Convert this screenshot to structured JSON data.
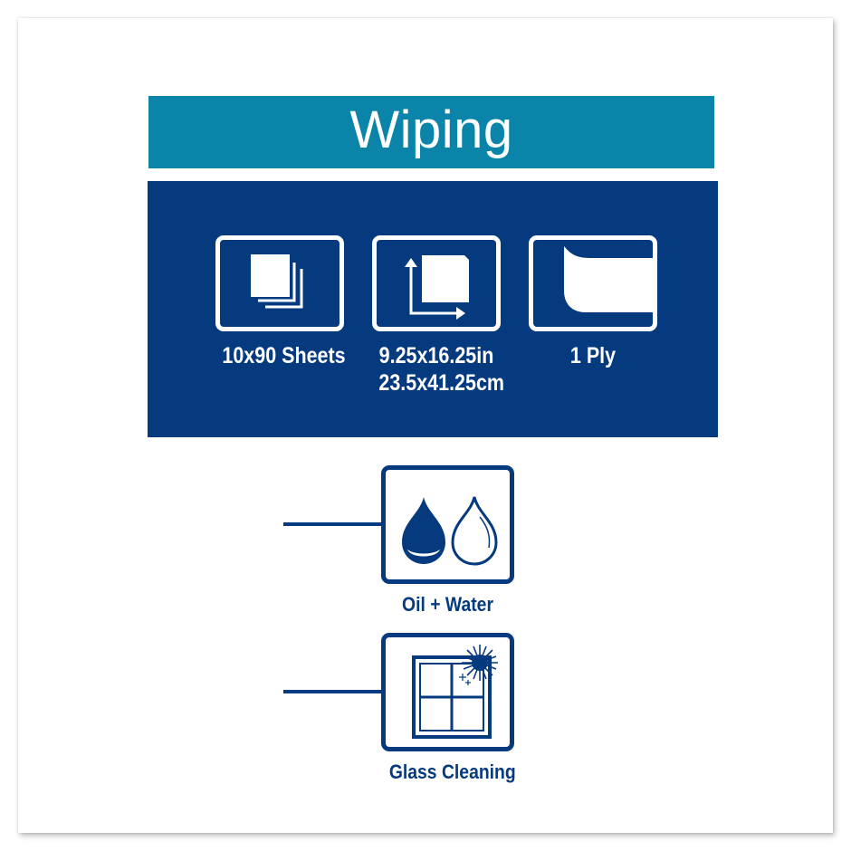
{
  "header": {
    "title": "Wiping"
  },
  "colors": {
    "title_bar": "#0a84a8",
    "panel": "#053a7f",
    "text_light": "#ffffff",
    "text_dark": "#053a7f"
  },
  "specs": [
    {
      "icon": "stacked-sheets-icon",
      "label": "10x90 Sheets"
    },
    {
      "icon": "sheet-dimensions-icon",
      "label_line1": "9.25x16.25in",
      "label_line2": "23.5x41.25cm"
    },
    {
      "icon": "ply-icon",
      "label": "1 Ply"
    }
  ],
  "uses": [
    {
      "icon": "oil-water-drops-icon",
      "label": "Oil + Water"
    },
    {
      "icon": "glass-window-sparkle-icon",
      "label": "Glass Cleaning"
    }
  ]
}
